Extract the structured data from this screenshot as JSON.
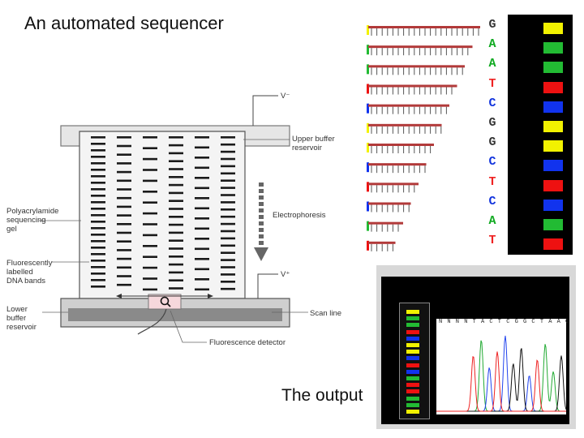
{
  "title": "An automated sequencer",
  "output_caption": "The output",
  "apparatus": {
    "voltage_top": "V⁻",
    "voltage_bottom": "V⁺",
    "upper_buffer": "Upper buffer\nreservoir",
    "electrophoresis": "Electrophoresis",
    "gel": "Polyacrylamide\nsequencing\ngel",
    "bands": "Fluorescently\nlabelled\nDNA bands",
    "lower_buffer": "Lower\nbuffer\nreservoir",
    "scan_line": "Scan line",
    "detector": "Fluorescence detector"
  },
  "sequence": [
    "G",
    "A",
    "A",
    "T",
    "C",
    "G",
    "G",
    "C",
    "T",
    "C",
    "A",
    "T"
  ],
  "chromatogram_bases": "N N N N T A C T C G G C T A A G",
  "colors": {
    "G": "#f2f200",
    "A": "#22bb33",
    "T": "#ee1111",
    "C": "#1133ee",
    "G_text": "#333333",
    "A_text": "#11aa22",
    "T_text": "#ee2222",
    "C_text": "#1133dd"
  }
}
